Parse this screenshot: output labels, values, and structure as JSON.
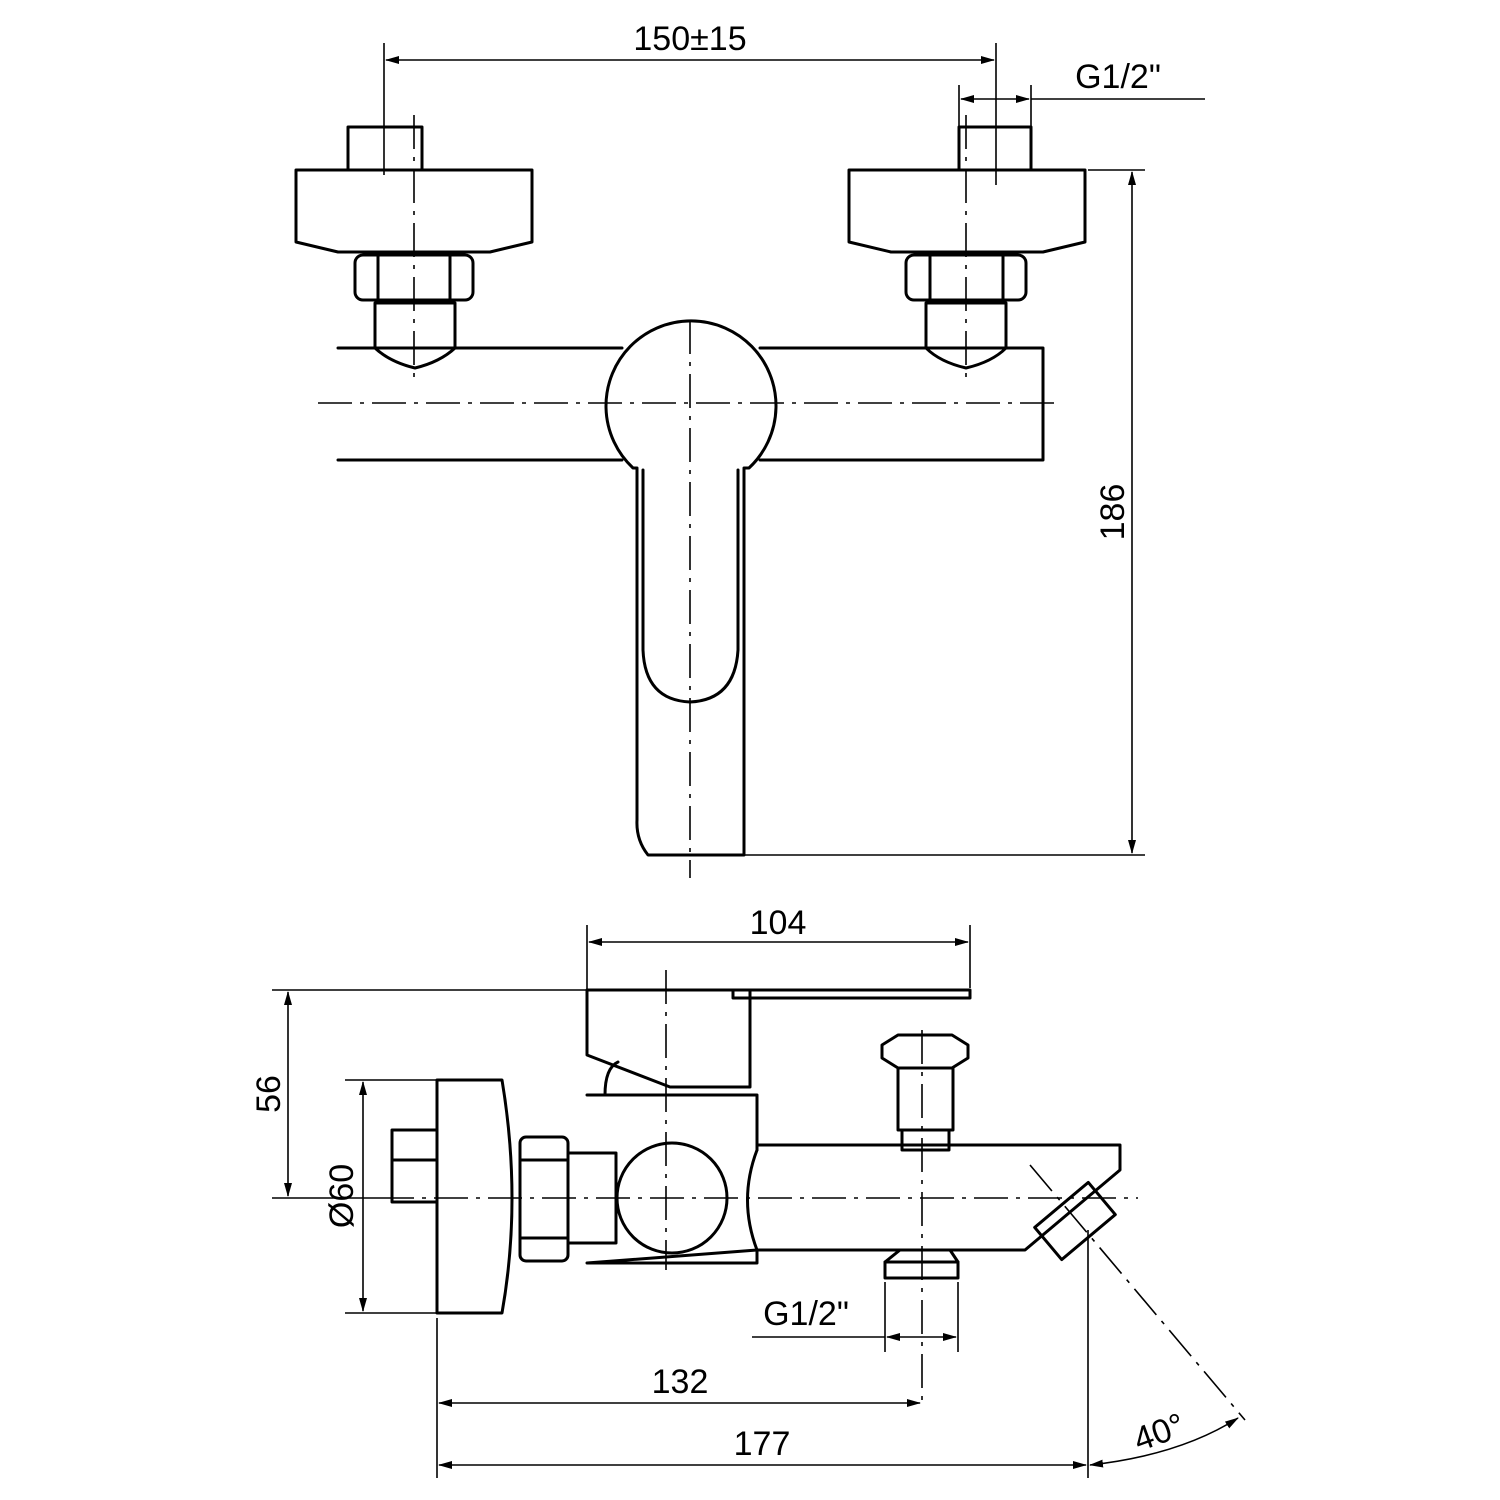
{
  "front_view": {
    "dimensions": {
      "spacing": "150±15",
      "inlet_thread": "G1/2\"",
      "height": "186"
    }
  },
  "side_view": {
    "dimensions": {
      "handle_length": "104",
      "handle_height": "56",
      "flange_diameter": "Ø60",
      "outlet_thread": "G1/2\"",
      "outlet_distance": "132",
      "spout_length": "177",
      "spout_angle": "40°"
    }
  }
}
